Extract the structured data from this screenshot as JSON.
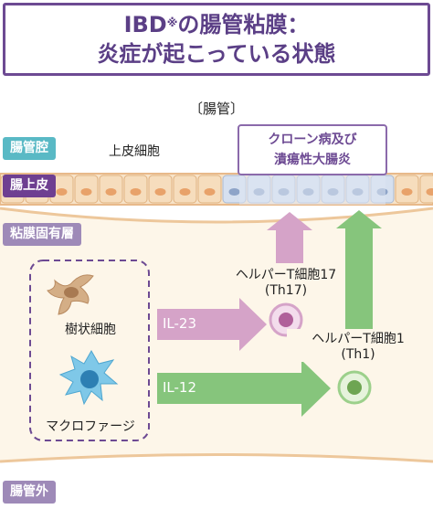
{
  "title": {
    "line1_pre": "IBD",
    "line1_mark": "※",
    "line1_post": "の腸管粘膜：",
    "line2": "炎症が起こっている状態"
  },
  "bracket_label": "〔腸管〕",
  "tabs": {
    "lumen": "腸管腔",
    "epithelium": "腸上皮",
    "lamina": "粘膜固有層",
    "outside": "腸管外"
  },
  "epithelial_cells_label": "上皮細胞",
  "disease_box": {
    "line1": "クローン病及び",
    "line2": "潰瘍性大腸炎"
  },
  "cells": {
    "dendritic": "樹状細胞",
    "macrophage": "マクロファージ",
    "th17_line1": "ヘルパーT細胞17",
    "th17_line2": "(Th17)",
    "th1_line1": "ヘルパーT細胞1",
    "th1_line2": "(Th1)"
  },
  "cytokines": {
    "il23": "IL-23",
    "il12": "IL-12"
  },
  "colors": {
    "title_purple": "#6d4a93",
    "lumen_teal": "#59b9c5",
    "epithelium_purple": "#6e3f91",
    "lamina_lavender": "#9e8ab8",
    "il23_arrow": "#d5a3c8",
    "il12_arrow": "#86c57c"
  }
}
